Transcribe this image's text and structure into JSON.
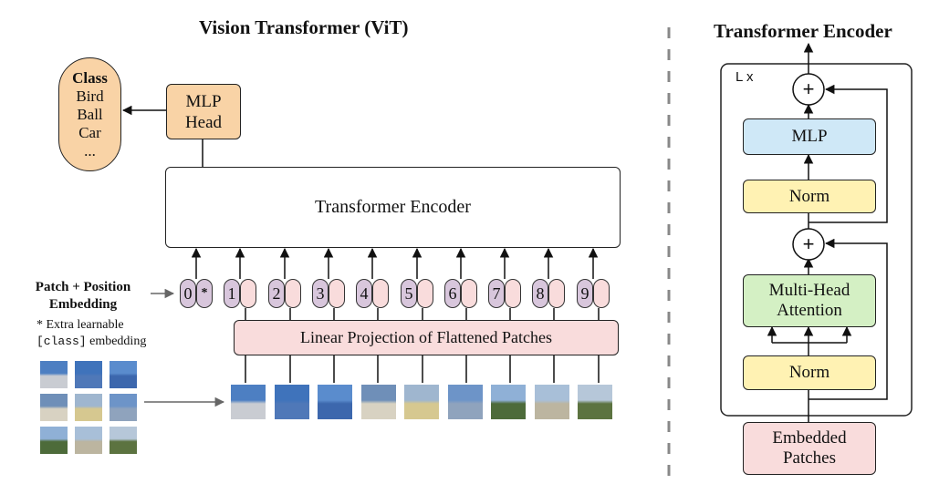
{
  "vit": {
    "title": "Vision Transformer (ViT)",
    "class_box": {
      "heading": "Class",
      "items": [
        "Bird",
        "Ball",
        "Car",
        "..."
      ]
    },
    "mlp_head": [
      "MLP",
      "Head"
    ],
    "transformer_encoder": "Transformer Encoder",
    "patch_embedding_label": [
      "Patch + Position",
      "Embedding"
    ],
    "extra_note": {
      "line1": "* Extra learnable",
      "code": "[class]",
      "line2": "embedding"
    },
    "linear_projection": "Linear Projection of Flattened Patches",
    "tokens": [
      "0",
      "1",
      "2",
      "3",
      "4",
      "5",
      "6",
      "7",
      "8",
      "9"
    ],
    "class_token_marker": "*"
  },
  "encoder": {
    "title": "Transformer Encoder",
    "repeat_label": "L x",
    "plus": "+",
    "mlp": "MLP",
    "norm_top": "Norm",
    "multi_head_attention": [
      "Multi-Head",
      "Attention"
    ],
    "norm_bottom": "Norm",
    "embedded_patches": [
      "Embedded",
      "Patches"
    ]
  },
  "colors": {
    "orange": "#f9d3a6",
    "purple": "#d8c6dc",
    "pink": "#f9dcdc",
    "blue": "#cfe8f7",
    "yellow": "#fff2b3",
    "green": "#d4f0c4"
  }
}
